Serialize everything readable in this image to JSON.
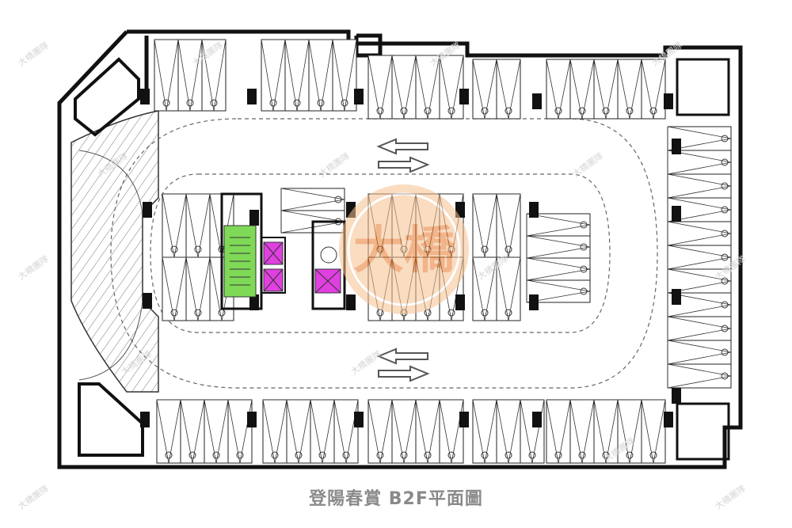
{
  "caption": "登陽春賞 B2F平面圖",
  "logo_text": "大橋",
  "watermark": "大橋團隊",
  "colors": {
    "wall": "#111111",
    "stair": "#7ed957",
    "elevator": "#ff00ff",
    "logo": "#f4a55a",
    "aisle": "#666666"
  },
  "icons": [
    "arrow-left-icon",
    "arrow-right-icon",
    "parking-stall-icon",
    "stair-icon",
    "elevator-icon"
  ]
}
